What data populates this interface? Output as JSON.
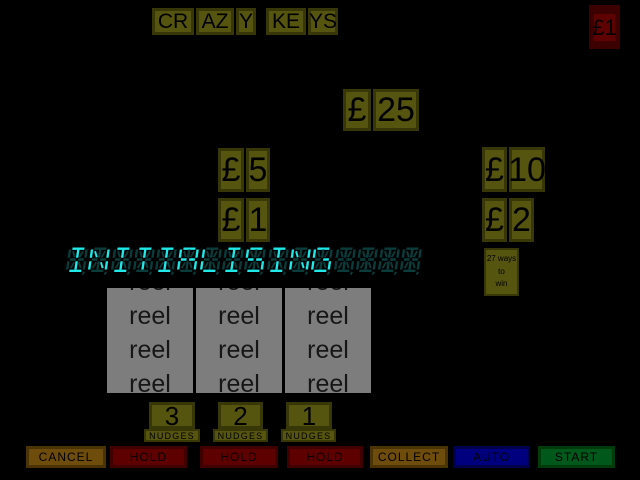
{
  "title": {
    "groups": [
      {
        "cells": [
          "CR",
          "AZ",
          "Y"
        ]
      },
      {
        "cells": [
          "KE",
          "YS"
        ]
      }
    ]
  },
  "coin_slot": {
    "value": "£1"
  },
  "prize_lamps": [
    {
      "id": "p25",
      "cells": [
        "£",
        "25"
      ]
    },
    {
      "id": "p5",
      "cells": [
        "£",
        "5"
      ]
    },
    {
      "id": "p1",
      "cells": [
        "£",
        "1"
      ]
    },
    {
      "id": "p10",
      "cells": [
        "£",
        "10"
      ]
    },
    {
      "id": "p2",
      "cells": [
        "£",
        "2"
      ]
    }
  ],
  "ways_to_win": {
    "lines": [
      "27 ways",
      "to",
      "win"
    ]
  },
  "led_display": {
    "text": "INITIALISING",
    "cell_count": 16,
    "lit_color": "#1ee8e8",
    "dim_color": "#0a3c3c"
  },
  "reels": {
    "symbol": "reel",
    "reel_count": 3,
    "rows_per_reel": 4
  },
  "nudges": [
    {
      "count": "3",
      "label": "NUDGES"
    },
    {
      "count": "2",
      "label": "NUDGES"
    },
    {
      "count": "1",
      "label": "NUDGES"
    }
  ],
  "buttons": [
    {
      "label": "CANCEL",
      "style": "brown"
    },
    {
      "label": "HOLD",
      "style": "red"
    },
    {
      "label": "HOLD",
      "style": "red"
    },
    {
      "label": "HOLD",
      "style": "red"
    },
    {
      "label": "COLLECT",
      "style": "brown"
    },
    {
      "label": "AUTO",
      "style": "blue"
    },
    {
      "label": "START",
      "style": "green"
    }
  ],
  "colors": {
    "lamp_fill": "#55550f",
    "lamp_border": "#373708",
    "coin_outer": "#3c0000",
    "coin_inner": "#5e0101",
    "reel_bg": "#7d7d7d"
  }
}
